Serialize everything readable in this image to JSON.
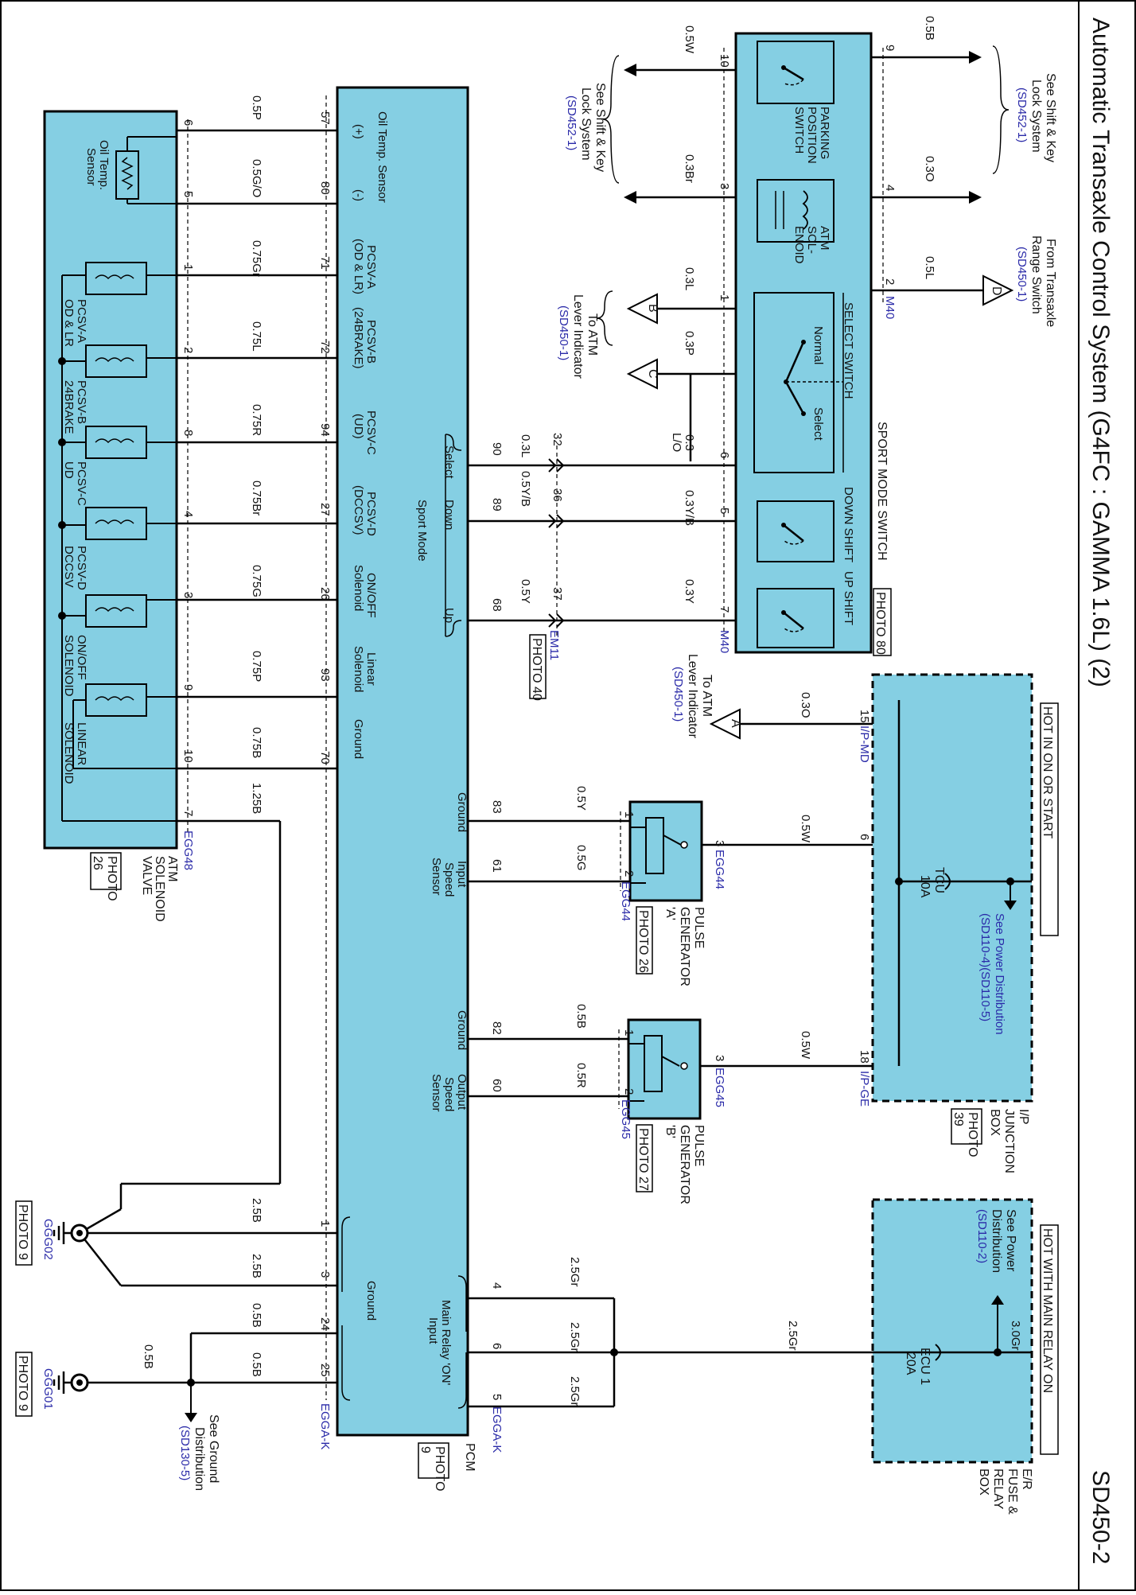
{
  "header": {
    "title": "Automatic Transaxle Control System (G4FC : GAMMA 1.6L) (2)",
    "code": "SD450-2"
  },
  "hot_boxes": {
    "ip": {
      "hot": "HOT IN ON OR START",
      "name": [
        "I/P",
        "JUNCTION",
        "BOX"
      ],
      "photo": [
        "PHOTO",
        "39"
      ],
      "fuse": [
        "TCU",
        "10A"
      ],
      "see": [
        "See Power Distribution",
        "(SD110-4)(SD110-5)"
      ]
    },
    "er": {
      "hot": "HOT WITH MAIN RELAY ON",
      "name": [
        "E/R",
        "FUSE &",
        "RELAY",
        "BOX"
      ],
      "fuse": [
        "ECU 1",
        "20A"
      ],
      "see": [
        "See Power",
        "Distribution",
        "(SD110-2)"
      ],
      "wire": "3.0Gr"
    }
  },
  "sport_switch": {
    "title": "SPORT MODE SWITCH",
    "photo": "PHOTO 80",
    "parts": [
      "PARKING",
      "POSITION",
      "SWITCH",
      "ATM",
      "SOL-",
      "ENOID",
      "SELECT SWITCH",
      "Normal",
      "Select",
      "DOWN SHIFT",
      "UP SHIFT"
    ],
    "connector": "M40",
    "pins_left": [
      "10",
      "3",
      "1",
      "6",
      "5",
      "7"
    ],
    "pins_right": [
      "9",
      "4",
      "2"
    ]
  },
  "refs": {
    "shift_lock_top": [
      "See Shift & Key",
      "Lock System",
      "(SD452-1)"
    ],
    "shift_lock_left": [
      "See Shift & Key",
      "Lock System",
      "(SD452-1)"
    ],
    "range_switch": [
      "From Transaxle",
      "Range Switch",
      "(SD450-1)"
    ],
    "lever_bc": [
      "To ATM",
      "Lever Indicator",
      "(SD450-1)"
    ],
    "lever_a": [
      "To ATM",
      "Lever Indicator",
      "(SD450-1)"
    ],
    "ground_dist": [
      "See Ground",
      "Distribution",
      "(SD130-5)"
    ]
  },
  "flags": [
    "A",
    "B",
    "C",
    "D"
  ],
  "wires": {
    "w05W": "0.5W",
    "w05B": "0.5B",
    "w03Br": "0.3Br",
    "w03O": "0.3O",
    "w05L": "0.5L",
    "w03L": "0.3L",
    "w03P": "0.3P",
    "w03LO": "0.3",
    "w03LO2": "L/O",
    "w03YB": "0.3Y/B",
    "w03Y": "0.3Y",
    "w03Lb": "0.3L",
    "w05YB": "0.5Y/B",
    "w05Y": "0.5Y",
    "wOA": "0.3O",
    "w05Y2": "0.5Y",
    "w05G": "0.5G",
    "w05W1": "0.5W",
    "w05B2": "0.5B",
    "w05R": "0.5R",
    "w05W2": "0.5W",
    "g25Gr": "2.5Gr",
    "g25Gr4": "2.5Gr",
    "g25Gr6": "2.5Gr",
    "g25Gr5": "2.5Gr",
    "g25B1": "2.5B",
    "g25B3": "2.5B",
    "g05B24": "0.5B",
    "g05B25": "0.5B",
    "g05Bg": "0.5B",
    "v05P": "0.5P",
    "v05GO": "0.5G/O",
    "v075Gr": "0.75Gr",
    "v075L": "0.75L",
    "v075R": "0.75R",
    "v075Br": "0.75Br",
    "v075G": "0.75G",
    "v075P": "0.75P",
    "v075B": "0.75B",
    "v125B": "1.25B"
  },
  "em11": {
    "connector": "EM11",
    "photo": "PHOTO 40",
    "pins": [
      "32",
      "36",
      "37"
    ]
  },
  "ip_pins": {
    "p15": "15",
    "p6": "6",
    "p18": "18",
    "c1": "I/P-MD",
    "c2": "I/P-GE"
  },
  "pcm": {
    "name": "PCM",
    "photo": [
      "PHOTO",
      "9"
    ],
    "connector": "EGGA-K",
    "rows": [
      {
        "pin": "57",
        "label": "(+)"
      },
      {
        "pin": "80",
        "label": "(-)"
      },
      {
        "pin": "71",
        "label": "PCSV-A"
      },
      {
        "pin": "72",
        "label": "PCSV-B"
      },
      {
        "pin": "94",
        "label": "PCSV-C"
      },
      {
        "pin": "27",
        "label": "PCSV-D"
      },
      {
        "pin": "26",
        "label": "ON/OFF"
      },
      {
        "pin": "93",
        "label": "Linear"
      },
      {
        "pin": "70",
        "label": "Ground"
      }
    ],
    "sub": [
      "(OD & LR)",
      "(24BRAKE)",
      "(UD)",
      "(DCCSV)",
      "Solenoid",
      "Solenoid"
    ],
    "oil": "Oil Temp. Sensor",
    "sport": {
      "select": "Select",
      "down": "Down",
      "up": "Up",
      "mode": "Sport Mode",
      "p90": "90",
      "p89": "89",
      "p68": "68"
    },
    "ips": {
      "ground": "Ground",
      "input": "Input",
      "speed": "Speed",
      "sensor": "Sensor",
      "p83": "83",
      "p61": "61"
    },
    "ops": {
      "ground": "Ground",
      "output": "Output",
      "speed": "Speed",
      "sensor": "Sensor",
      "p82": "82",
      "p60": "60"
    },
    "gnd": {
      "label": "Ground",
      "p1": "1",
      "p3": "3",
      "p24": "24",
      "p25": "25"
    },
    "relay": {
      "l1": "Main Relay 'ON'",
      "l2": "Input",
      "p4": "4",
      "p6": "6",
      "p5": "5"
    }
  },
  "atm_valve": {
    "name": [
      "ATM",
      "SOLENOID",
      "VALVE"
    ],
    "photo": [
      "PHOTO",
      "26"
    ],
    "connector": "EGG48",
    "oil_sensor": [
      "Oil Temp.",
      "Sensor"
    ],
    "solenoids": [
      [
        "PCSV-A",
        "OD & LR"
      ],
      [
        "PCSV-B",
        "24BRAKE"
      ],
      [
        "PCSV-C",
        "UD"
      ],
      [
        "PCSV-D",
        "DCCSV"
      ],
      [
        "ON/OFF",
        "SOLENOID"
      ],
      [
        "LINEAR",
        "SOLENOID"
      ]
    ],
    "pins": [
      "6",
      "5",
      "1",
      "2",
      "8",
      "4",
      "3",
      "9",
      "10",
      "7"
    ]
  },
  "pulse_a": {
    "name": [
      "PULSE",
      "GENERATOR",
      "'A'"
    ],
    "photo": "PHOTO 26",
    "connector": "EGG44",
    "pins": [
      "1",
      "2",
      "3"
    ]
  },
  "pulse_b": {
    "name": [
      "PULSE",
      "GENERATOR",
      "'B'"
    ],
    "photo": "PHOTO 27",
    "connector": "EGG45",
    "pins": [
      "1",
      "2",
      "3"
    ]
  },
  "grounds": {
    "g1": {
      "name": "GGG02",
      "photo": "PHOTO 9"
    },
    "g2": {
      "name": "GGG01",
      "photo": "PHOTO 9"
    }
  },
  "colors": {
    "component_fill": "#85cfe3",
    "line": "#000000",
    "ref_blue": "#2a2aa8"
  }
}
